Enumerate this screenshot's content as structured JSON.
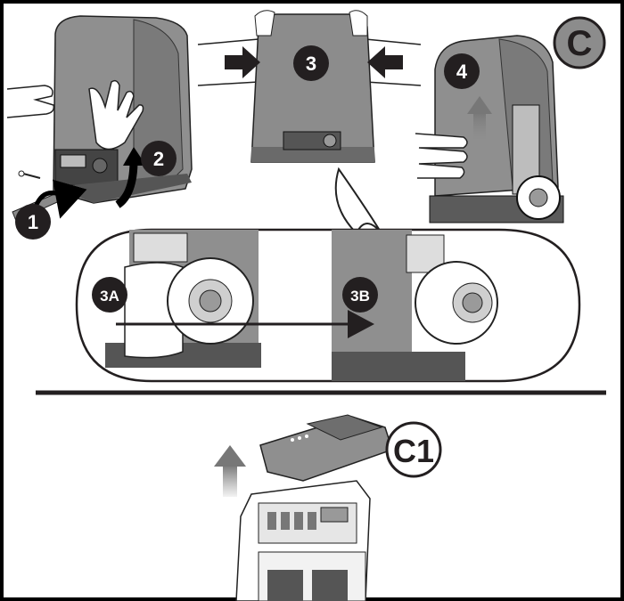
{
  "section_labels": {
    "main": "C",
    "sub": "C1"
  },
  "steps": {
    "s1": "1",
    "s2": "2",
    "s3": "3",
    "s4": "4",
    "s3a": "3A",
    "s3b": "3B"
  },
  "colors": {
    "housing": "#8a8a8a",
    "housing_dark": "#6e6e6e",
    "badge_dark": "#231f20",
    "badge_grey": "#8c8c8c",
    "line": "#000000"
  }
}
